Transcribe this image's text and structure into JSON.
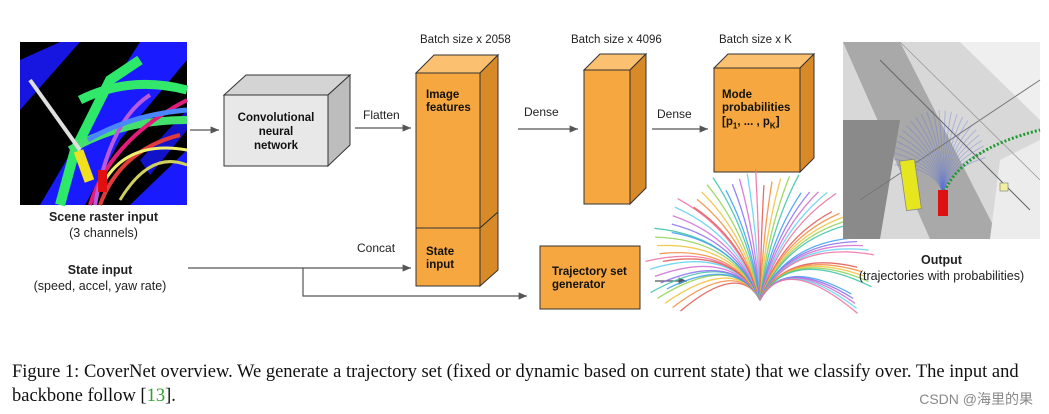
{
  "scene": {
    "title": "Scene raster input",
    "subtitle": "(3 channels)"
  },
  "state": {
    "title": "State input",
    "subtitle": "(speed, accel, yaw rate)"
  },
  "cnn": {
    "line1": "Convolutional",
    "line2": "neural",
    "line3": "network"
  },
  "arrows": {
    "flatten": "Flatten",
    "dense1": "Dense",
    "dense2": "Dense",
    "concat": "Concat"
  },
  "batch": {
    "b1": "Batch size x 2058",
    "b2": "Batch size x 4096",
    "b3": "Batch size x K"
  },
  "image_features": {
    "line1": "Image",
    "line2": "features"
  },
  "state_input_box": {
    "line1": "State",
    "line2": "input"
  },
  "mode": {
    "line1": "Mode",
    "line2": "probabilities",
    "formula_open": "[p",
    "sub1": "1",
    "formula_mid": ", ... , p",
    "subK": "K",
    "formula_close": "]"
  },
  "generator": {
    "line1": "Trajectory set",
    "line2": "generator"
  },
  "output": {
    "title": "Output",
    "subtitle": "(trajectories with probabilities)"
  },
  "caption": {
    "before": "Figure 1: CoverNet overview. We generate a trajectory set (fixed or dynamic based on current state) that we classify over. The input and backbone follow [",
    "ref": "13",
    "after": "]."
  },
  "watermark": "CSDN @海里的果",
  "colors": {
    "box_fill": "#f7a740",
    "box_side": "#d98a28",
    "box_top": "#fbc070",
    "cnn_front": "#e8e8e8",
    "arrow": "#555555"
  }
}
